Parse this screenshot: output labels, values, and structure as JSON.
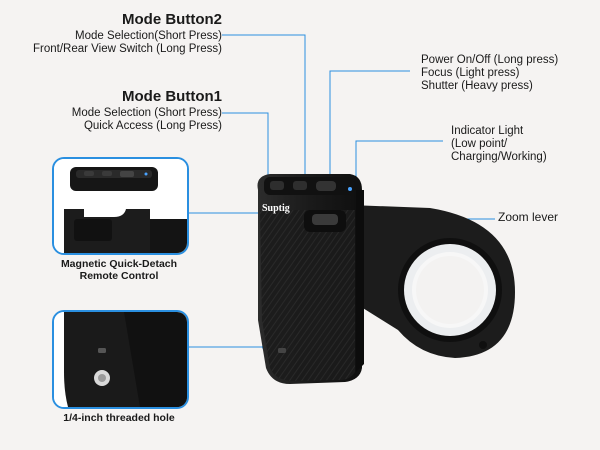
{
  "labels": {
    "mode_button2": {
      "title": "Mode Button2",
      "lines": [
        "Mode Selection(Short Press)",
        "Front/Rear View Switch (Long Press)"
      ]
    },
    "mode_button1": {
      "title": "Mode Button1",
      "lines": [
        "Mode Selection (Short Press)",
        "Quick Access (Long Press)"
      ]
    },
    "power": {
      "lines": [
        "Power On/Off (Long press)",
        "Focus (Light press)",
        "Shutter (Heavy press)"
      ]
    },
    "indicator": {
      "lines": [
        "Indicator Light",
        "(Low point/",
        "Charging/Working)"
      ]
    },
    "zoom": "Zoom lever"
  },
  "insets": {
    "remote": {
      "caption": [
        "Magnetic Quick-Detach",
        "Remote Control"
      ]
    },
    "thread": {
      "caption": "1/4-inch threaded hole"
    }
  },
  "product": {
    "brand": "Suptig"
  },
  "colors": {
    "accent": "#2a8fe0",
    "body": "#1c1c1c",
    "ring": "#e9eaec",
    "background": "#f5f3f2"
  }
}
